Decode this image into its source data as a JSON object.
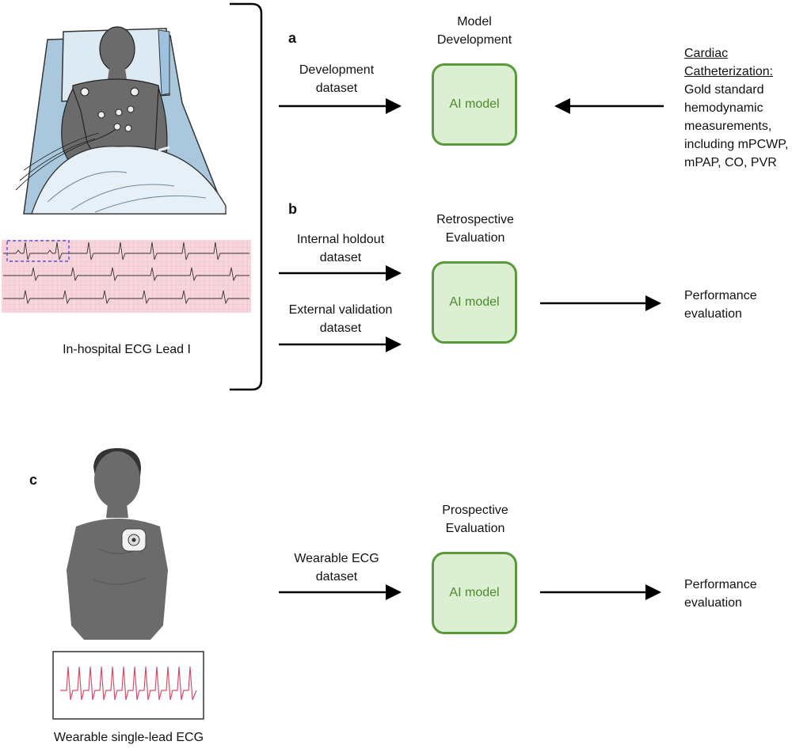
{
  "panels": {
    "a": {
      "letter": "a",
      "stage_title": [
        "Model",
        "Development"
      ],
      "input_label": [
        "Development",
        "dataset"
      ],
      "model_label": "AI model",
      "reference_heading": [
        "Cardiac",
        "Catheterization:"
      ],
      "reference_lines": [
        "Gold standard",
        "hemodynamic",
        "measurements,",
        "including mPCWP,",
        "mPAP, CO, PVR"
      ]
    },
    "b": {
      "letter": "b",
      "stage_title": [
        "Retrospective",
        "Evaluation"
      ],
      "input_1_label": [
        "Internal holdout",
        "dataset"
      ],
      "input_2_label": [
        "External validation",
        "dataset"
      ],
      "model_label": "AI model",
      "output_label": [
        "Performance",
        "evaluation"
      ]
    },
    "c": {
      "letter": "c",
      "stage_title": [
        "Prospective",
        "Evaluation"
      ],
      "input_label": [
        "Wearable ECG",
        "dataset"
      ],
      "model_label": "AI model",
      "output_label": [
        "Performance",
        "evaluation"
      ]
    }
  },
  "captions": {
    "hospital_ecg": "In-hospital ECG Lead I",
    "wearable_ecg": "Wearable single-lead ECG"
  },
  "colors": {
    "model_border": "#5a9a3a",
    "model_fill": "#dcefd2",
    "model_text": "#4a8a2e",
    "ecg_paper": "#f6d6dc",
    "ecg_trace": "#d4506a",
    "figure_skin": "#6b6b6b",
    "bed_blue": "#a9c8de"
  }
}
